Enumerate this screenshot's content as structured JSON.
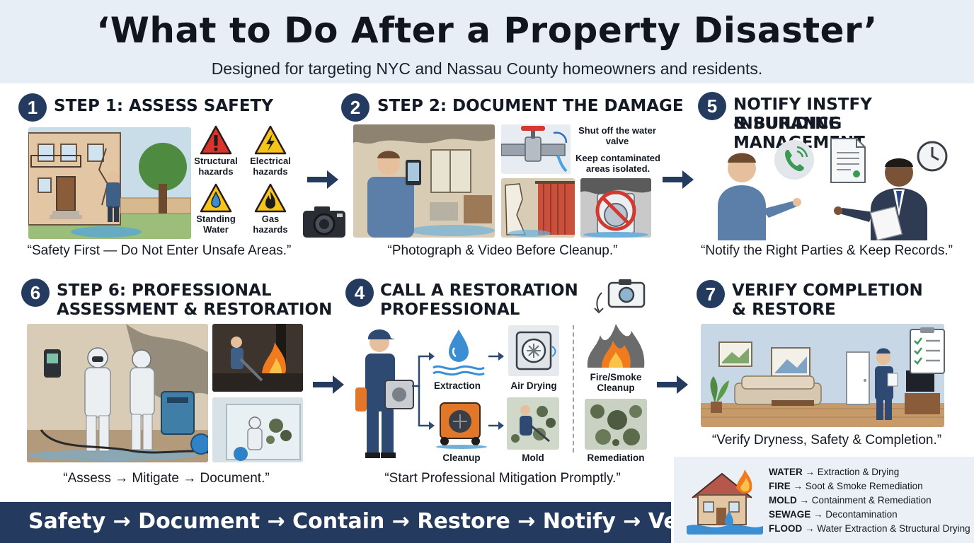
{
  "header": {
    "title": "‘What to Do After a Property Disaster’",
    "subtitle": "Designed for targeting NYC and Nassau County homeowners and residents."
  },
  "steps": [
    {
      "num": "1",
      "title": "STEP 1: ASSESS SAFETY",
      "quote": "“Safety First — Do Not Enter Unsafe Areas.”",
      "labels": {
        "structural": "Structural hazards",
        "electrical": "Electrical hazards",
        "standing": "Standing Water",
        "gas": "Gas hazards"
      }
    },
    {
      "num": "2",
      "title": "STEP 2: DOCUMENT THE DAMAGE",
      "quote": "“Photograph & Video Before Cleanup.”",
      "labels": {
        "shutoff": "Shut off the water valve",
        "isolate": "Keep contaminated areas isolated."
      }
    },
    {
      "num": "5",
      "title_line1": "NOTIFY INSTFY INSURANCE",
      "title_line2": "& BUILDING MANAGEMENT",
      "quote": "“Notify the Right Parties & Keep Records.”"
    },
    {
      "num": "6",
      "title_line1": "STEP 6: PROFESSIONAL",
      "title_line2": "ASSESSMENT & RESTORATION",
      "quote": "“Assess → Mitigate → Document.”"
    },
    {
      "num": "4",
      "title_line1": "CALL A RESTORATION",
      "title_line2": "PROFESSIONAL",
      "quote": "“Start Professional Mitigation Promptly.”",
      "labels": {
        "extraction": "Extraction",
        "air_drying": "Air Drying",
        "cleanup": "Cleanup",
        "mold": "Mold",
        "fire": "Fire/Smoke Cleanup",
        "remediation": "Remediation"
      }
    },
    {
      "num": "7",
      "title_line1": "VERIFY COMPLETION",
      "title_line2": "& RESTORE",
      "quote": "“Verify Dryness, Safety & Completion.”"
    }
  ],
  "footer": {
    "flow": "Safety → Document → Contain → Restore → Notify → Verify"
  },
  "legend": [
    {
      "key": "WATER",
      "value": "→ Extraction & Drying"
    },
    {
      "key": "FIRE",
      "value": "→ Soot & Smoke Remediation"
    },
    {
      "key": "MOLD",
      "value": "→ Containment & Remediation"
    },
    {
      "key": "SEWAGE",
      "value": "→ Decontamination"
    },
    {
      "key": "FLOOD",
      "value": "→ Water Extraction & Structural Drying"
    }
  ],
  "colors": {
    "navy": "#243a5e",
    "header_bg": "#e8eef5",
    "warning_yellow": "#f5c518",
    "warning_red": "#d9342b",
    "fire_orange": "#f07a1e"
  },
  "icons": [
    "warning-icon",
    "electrical-hazard-icon",
    "water-drop-icon",
    "fire-icon",
    "camera-icon",
    "phone-icon",
    "document-icon",
    "clock-icon",
    "checklist-icon",
    "no-washer-icon",
    "house-icon",
    "arrow-right-icon"
  ]
}
